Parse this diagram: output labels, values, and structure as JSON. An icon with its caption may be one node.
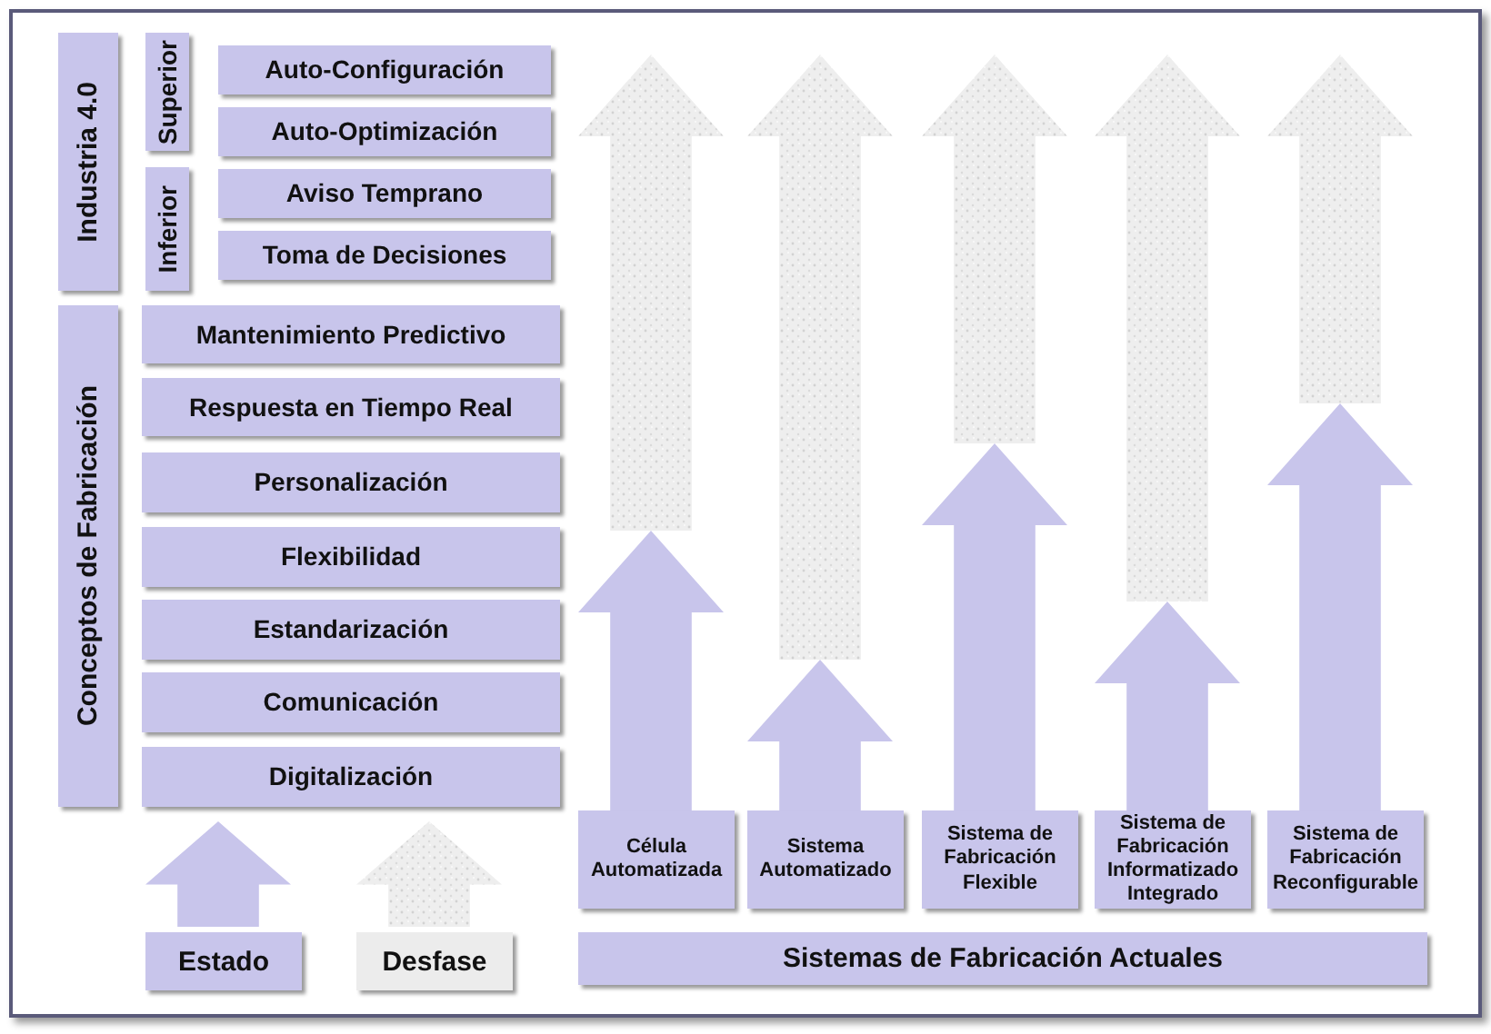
{
  "diagram": {
    "nodes": [
      {
        "text": [
          "Industria 4.0"
        ]
      },
      {
        "text": [
          "Superior"
        ]
      },
      {
        "text": [
          "Inferior"
        ]
      },
      {
        "text": [
          "Auto-Configuración"
        ]
      },
      {
        "text": [
          "Auto-Optimización"
        ]
      },
      {
        "text": [
          "Aviso Temprano"
        ]
      },
      {
        "text": [
          "Toma de Decisiones"
        ]
      },
      {
        "text": [
          "Conceptos de Fabricación"
        ]
      },
      {
        "text": [
          "Mantenimiento Predictivo"
        ]
      },
      {
        "text": [
          "Respuesta en Tiempo Real"
        ]
      },
      {
        "text": [
          "Personalización"
        ]
      },
      {
        "text": [
          "Flexibilidad"
        ]
      },
      {
        "text": [
          "Estandarización"
        ]
      },
      {
        "text": [
          "Comunicación"
        ]
      },
      {
        "text": [
          "Digitalización"
        ]
      },
      {
        "text": [],
        "shape": "arrow"
      },
      {
        "text": [],
        "shape": "arrow"
      },
      {
        "text": [],
        "shape": "arrow"
      },
      {
        "text": [],
        "shape": "arrow"
      },
      {
        "text": [],
        "shape": "arrow"
      },
      {
        "text": [
          "Célula Automatizada"
        ]
      },
      {
        "text": [
          "Sistema Automatizado"
        ]
      },
      {
        "text": [
          "Sistema de Fabricación Flexible"
        ]
      },
      {
        "text": [
          "Sistema de Fabricación Informatizado Integrado"
        ]
      },
      {
        "text": [
          "Sistema de Fabricación Reconfigurable"
        ]
      },
      {
        "text": [
          "Sistemas de Fabricación Actuales"
        ]
      }
    ],
    "edges": [
      {
        "from": 20,
        "to": 15,
        "arrow": "to",
        "style": "thick"
      },
      {
        "from": 21,
        "to": 16,
        "arrow": "to",
        "style": "thick"
      },
      {
        "from": 22,
        "to": 17,
        "arrow": "to",
        "style": "thick"
      },
      {
        "from": 23,
        "to": 18,
        "arrow": "to",
        "style": "thick"
      },
      {
        "from": 24,
        "to": 19,
        "arrow": "to",
        "style": "thick"
      }
    ],
    "legend": [
      {
        "text": "Estado"
      },
      {
        "text": "Desfase"
      }
    ]
  }
}
